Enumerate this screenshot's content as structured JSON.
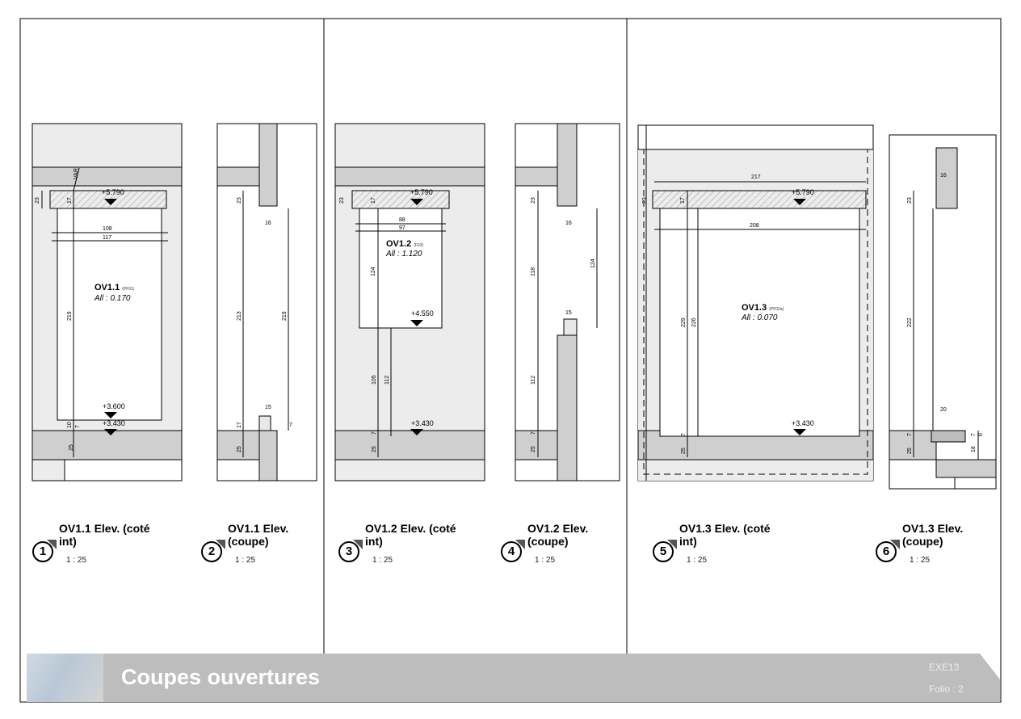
{
  "sheet": {
    "title": "Coupes ouvertures",
    "code": "EXE13",
    "folio": "Folio : 2"
  },
  "views": [
    {
      "number": "1",
      "title": "OV1.1 Elev. (coté\nint)",
      "scale": "1 : 25"
    },
    {
      "number": "2",
      "title": "OV1.1 Elev.\n(coupe)",
      "scale": "1 : 25"
    },
    {
      "number": "3",
      "title": "OV1.2 Elev. (coté\nint)",
      "scale": "1 : 25"
    },
    {
      "number": "4",
      "title": "OV1.2 Elev.\n(coupe)",
      "scale": "1 : 25"
    },
    {
      "number": "5",
      "title": "OV1.3 Elev. (coté\nint)",
      "scale": "1 : 25"
    },
    {
      "number": "6",
      "title": "OV1.3 Elev.\n(coupe)",
      "scale": "1 : 25"
    }
  ],
  "openings": [
    {
      "name": "OV1.1",
      "ref": "(PF01)",
      "allege": "All : 0.170",
      "top_level": "+5.790",
      "bottom_level": "+3.600",
      "floor_level": "+3.430"
    },
    {
      "name": "OV1.2",
      "ref": "(F03)",
      "allege": "All : 1.120",
      "top_level": "+5.790",
      "bottom_level": "+4.550",
      "floor_level": "+3.430"
    },
    {
      "name": "OV1.3",
      "ref": "(PF02a)",
      "allege": "All : 0.070",
      "top_level": "+5.790",
      "floor_level": "+3.430"
    }
  ],
  "annotations": {
    "var": "VAR"
  },
  "dimensions": {
    "v1": [
      "23",
      "17",
      "108",
      "117",
      "219",
      "7",
      "10",
      "25"
    ],
    "v2": [
      "23",
      "16",
      "213",
      "219",
      "15",
      "17",
      "7",
      "25"
    ],
    "v3": [
      "23",
      "17",
      "88",
      "97",
      "124",
      "105",
      "112",
      "7",
      "25"
    ],
    "v4": [
      "23",
      "16",
      "118",
      "124",
      "15",
      "112",
      "7",
      "25"
    ],
    "v5": [
      "217",
      "23",
      "17",
      "208",
      "229",
      "226",
      "7",
      "25"
    ],
    "v6": [
      "16",
      "23",
      "222",
      "20",
      "7",
      "25",
      "18",
      "7",
      "6"
    ]
  }
}
